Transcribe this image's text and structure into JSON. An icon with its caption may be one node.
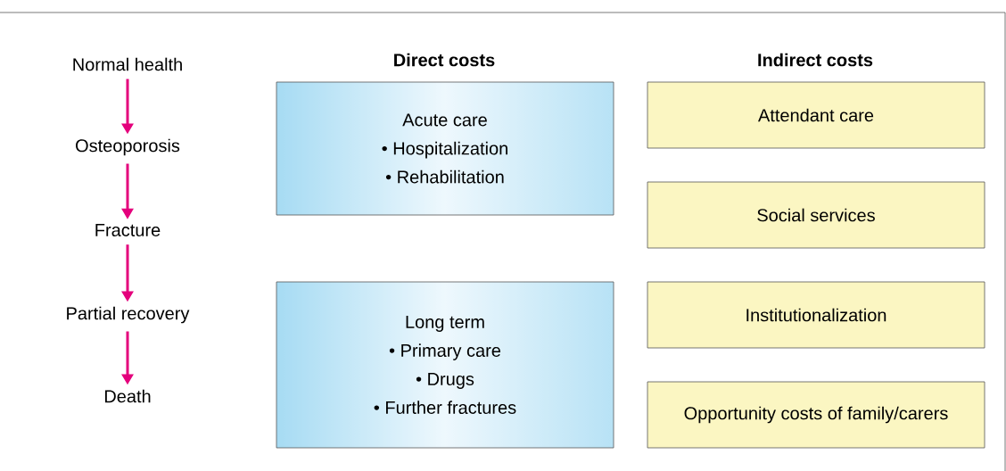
{
  "diagram": {
    "nodes": [
      {
        "text": [
          "Normal health"
        ]
      },
      {
        "text": [
          "Osteoporosis"
        ]
      },
      {
        "text": [
          "Fracture"
        ]
      },
      {
        "text": [
          "Partial recovery"
        ]
      },
      {
        "text": [
          "Death"
        ]
      },
      {
        "text": [
          "Acute care",
          "• Hospitalization",
          "• Rehabilitation"
        ]
      },
      {
        "text": [
          "Long term",
          "• Primary care",
          "• Drugs",
          "• Further fractures"
        ]
      },
      {
        "text": [
          "Attendant care"
        ]
      },
      {
        "text": [
          "Social services"
        ]
      },
      {
        "text": [
          "Institutionalization"
        ]
      },
      {
        "text": [
          "Opportunity costs of family/carers"
        ]
      }
    ],
    "edges": [
      {
        "from": 0,
        "to": 1,
        "arrow": "to"
      },
      {
        "from": 1,
        "to": 2,
        "arrow": "to"
      },
      {
        "from": 2,
        "to": 3,
        "arrow": "to"
      },
      {
        "from": 3,
        "to": 4,
        "arrow": "to"
      }
    ],
    "labels": [
      "Direct costs",
      "Indirect costs"
    ]
  }
}
